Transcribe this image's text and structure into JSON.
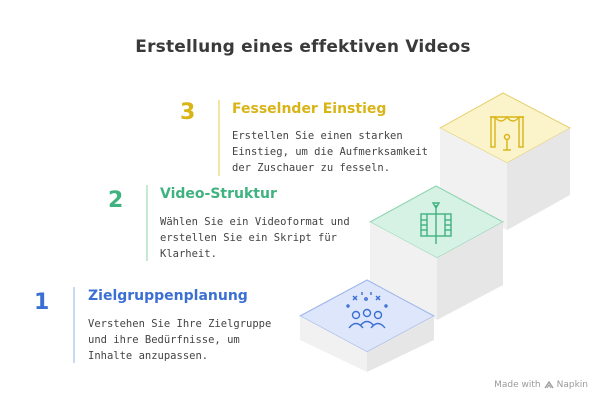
{
  "title": "Erstellung eines effektiven Videos",
  "colors": {
    "step1": "#3b6fd4",
    "step2": "#3fb27f",
    "step3": "#d9b416",
    "step1_light": "#dde6fb",
    "step2_light": "#d6f2e4",
    "step3_light": "#fbf3c9",
    "stair_side": "#f1f1f1",
    "stair_front": "#e9e9e9"
  },
  "steps": [
    {
      "number": "1",
      "heading": "Zielgruppenplanung",
      "description": "Verstehen Sie Ihre Zielgruppe\nund ihre Bedürfnisse, um\nInhalte anzupassen.",
      "icon": "audience-icon"
    },
    {
      "number": "2",
      "heading": "Video-Struktur",
      "description": "Wählen Sie ein Videoformat und\nerstellen Sie ein Skript für\nKlarheit.",
      "icon": "film-strip-icon"
    },
    {
      "number": "3",
      "heading": "Fesselnder Einstieg",
      "description": "Erstellen Sie einen starken\nEinstieg, um die Aufmerksamkeit\nder Zuschauer zu fesseln.",
      "icon": "stage-icon"
    }
  ],
  "footer": {
    "made_with": "Made with",
    "brand": "Napkin"
  }
}
